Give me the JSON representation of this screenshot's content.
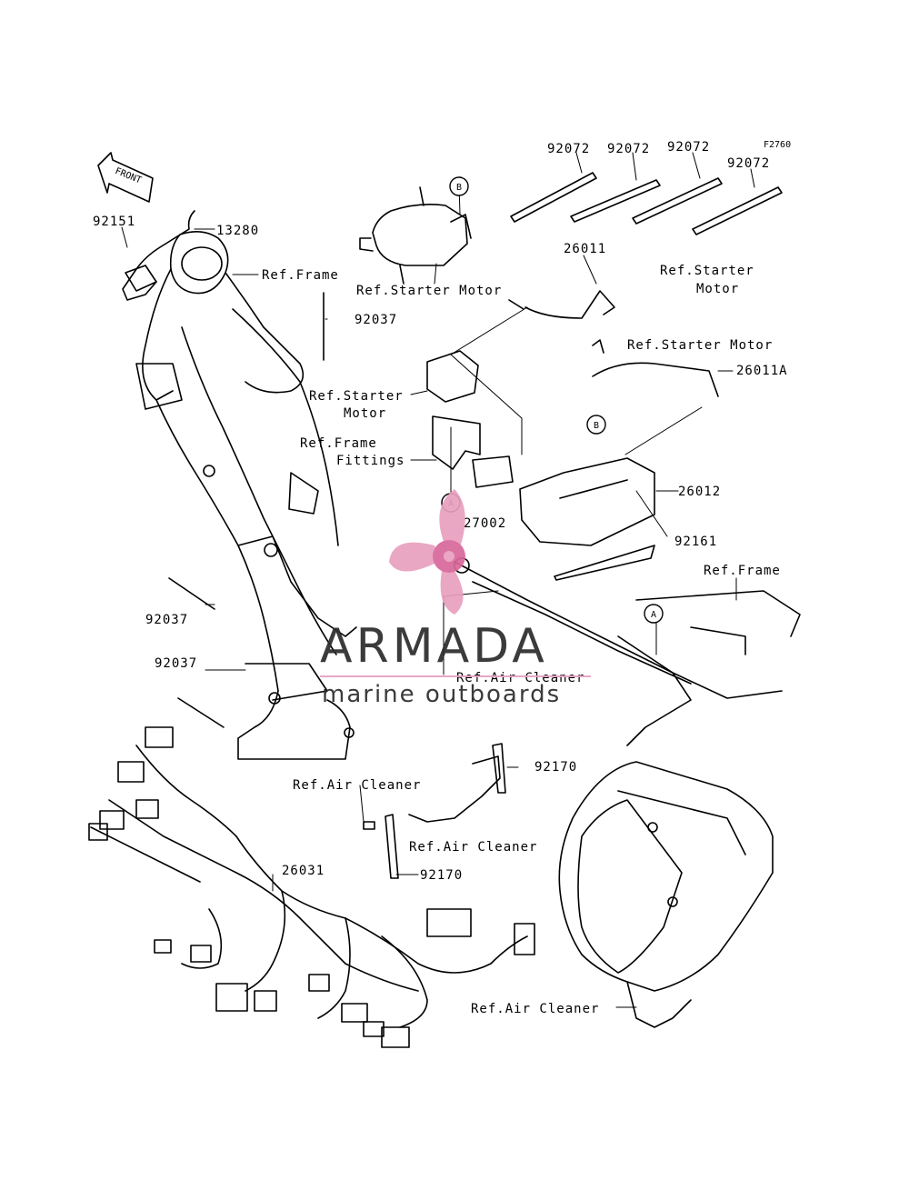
{
  "figure_code": "F2760",
  "front_label": "FRONT",
  "callouts": {
    "c92072a": "92072",
    "c92072b": "92072",
    "c92072c": "92072",
    "c92072d": "92072",
    "c92151": "92151",
    "c13280": "13280",
    "ref_frame_top": "Ref.Frame",
    "ref_starter_motor_top": "Ref.Starter Motor",
    "c26011": "26011",
    "ref_starter_motor_right_1": "Ref.Starter",
    "ref_starter_motor_right_2": "Motor",
    "c92037_top": "92037",
    "ref_starter_motor_mid": "Ref.Starter Motor",
    "c26011a": "26011A",
    "ref_starter_motor_left_1": "Ref.Starter",
    "ref_starter_motor_left_2": "Motor",
    "ref_frame_fittings_1": "Ref.Frame",
    "ref_frame_fittings_2": "Fittings",
    "c26012": "26012",
    "c27002": "27002",
    "c92161": "92161",
    "ref_frame_right": "Ref.Frame",
    "c92037_mid": "92037",
    "c92037_low": "92037",
    "ref_air_cleaner_1": "Ref.Air Cleaner",
    "c92170a": "92170",
    "ref_air_cleaner_2": "Ref.Air Cleaner",
    "ref_air_cleaner_3": "Ref.Air Cleaner",
    "c92170b": "92170",
    "c26031": "26031",
    "ref_air_cleaner_4": "Ref.Air Cleaner"
  },
  "markers": {
    "b1": "B",
    "b2": "B",
    "a1": "A",
    "a2": "A"
  },
  "watermark": {
    "brand": "ARMADA",
    "tagline": "marine outboards",
    "logo_color": "#e8a0bf",
    "logo_dark": "#d9689b"
  }
}
